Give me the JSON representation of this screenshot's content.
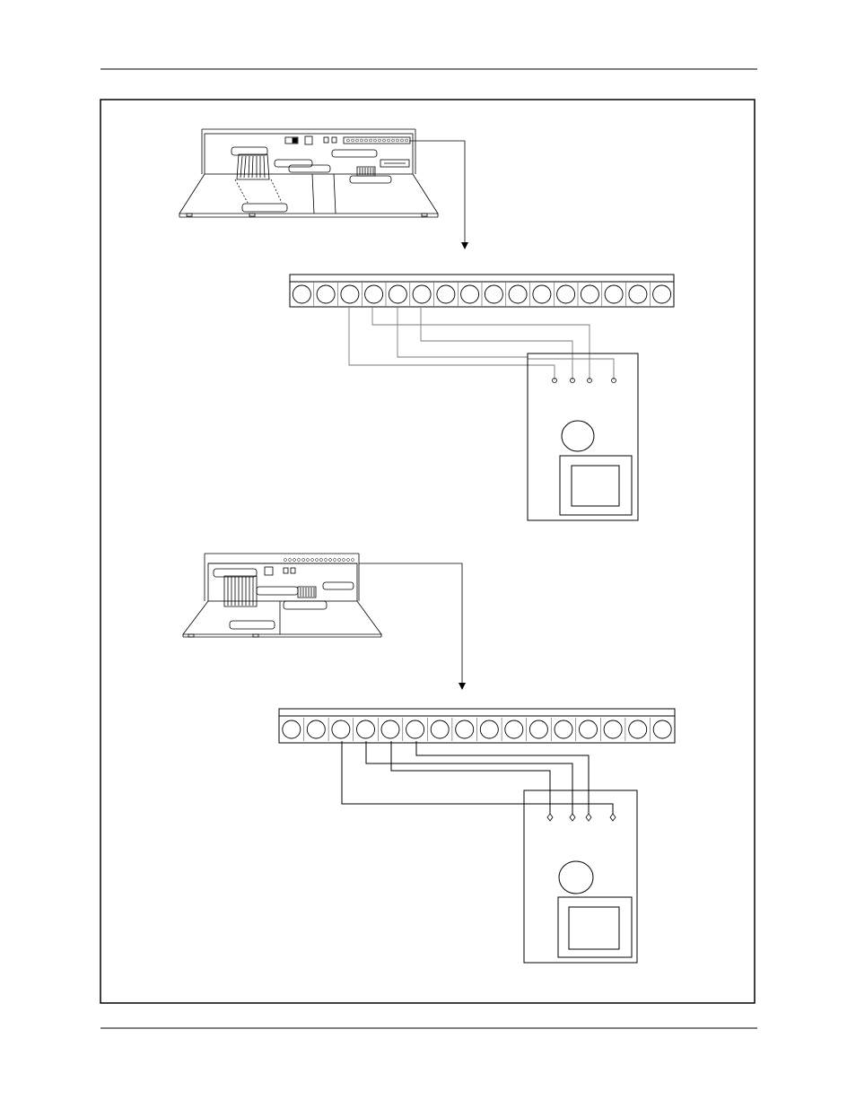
{
  "page": {
    "header_rule": true,
    "footer_rule": true
  },
  "figure": {
    "upper_diagram": {
      "controller": "controller-unit-rear-view-a",
      "terminal_strip_count": 16,
      "wired_terminals": [
        3,
        4,
        5,
        6
      ],
      "device_terminal_count": 4,
      "device_terminal_style": "open-circle"
    },
    "lower_diagram": {
      "controller": "controller-unit-rear-view-b",
      "terminal_strip_count": 16,
      "wired_terminals": [
        3,
        4,
        5,
        6
      ],
      "device_terminal_count": 4,
      "device_terminal_style": "diamond"
    }
  },
  "colors": {
    "line": "#000000",
    "wire_upper": "#7a7a7a",
    "wire_lower": "#000000",
    "background": "#ffffff"
  }
}
